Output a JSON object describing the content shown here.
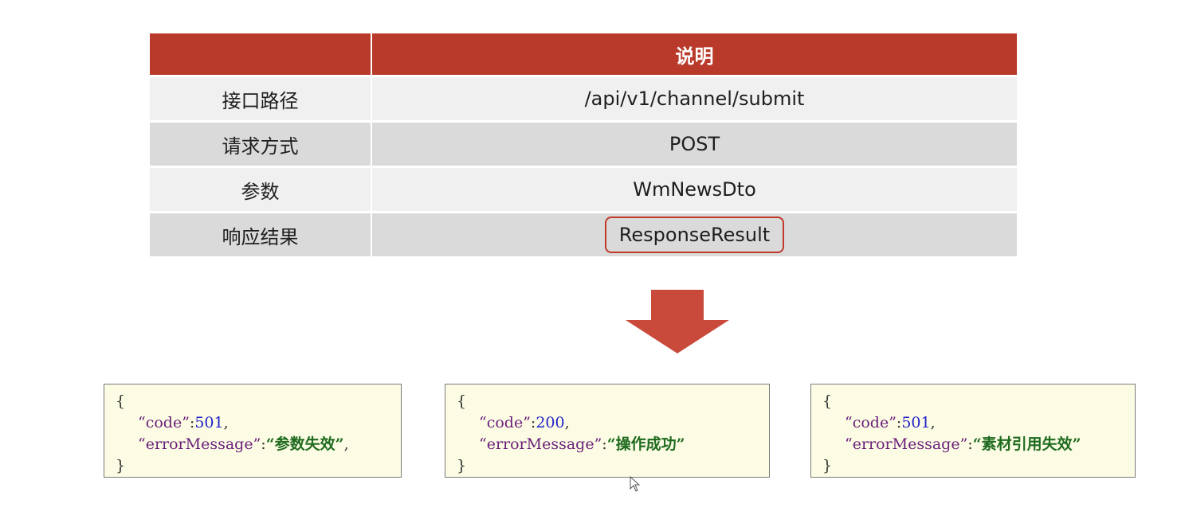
{
  "table": {
    "header": [
      "",
      "说明"
    ],
    "rows": [
      {
        "label": "接口路径",
        "value": "/api/v1/channel/submit"
      },
      {
        "label": "请求方式",
        "value": "POST"
      },
      {
        "label": "参数",
        "value": "WmNewsDto"
      },
      {
        "label": "响应结果",
        "value": "ResponseResult"
      }
    ]
  },
  "colors": {
    "header_bg": "#b93a2a",
    "arrow": "#c94a3a",
    "highlight_border": "#c0392b",
    "code_bg": "#fcfce4"
  },
  "code_samples": [
    {
      "open": "{",
      "code_key": "“code”",
      "code_sep": ":",
      "code_value": "501",
      "code_end": ",",
      "msg_key": "“errorMessage”",
      "msg_sep": ":",
      "msg_value": "“参数失效”",
      "msg_end": ",",
      "close": "}"
    },
    {
      "open": "{",
      "code_key": "“code”",
      "code_sep": ":",
      "code_value": "200",
      "code_end": ",",
      "msg_key": "“errorMessage”",
      "msg_sep": ":",
      "msg_value": "“操作成功”",
      "msg_end": "",
      "close": "}"
    },
    {
      "open": "{",
      "code_key": "“code”",
      "code_sep": ":",
      "code_value": "501",
      "code_end": ",",
      "msg_key": "“errorMessage”",
      "msg_sep": ":",
      "msg_value": "“素材引用失效”",
      "msg_end": "",
      "close": "}"
    }
  ],
  "icons": {
    "arrow": "arrow-down-icon",
    "cursor": "mouse-cursor-icon"
  }
}
